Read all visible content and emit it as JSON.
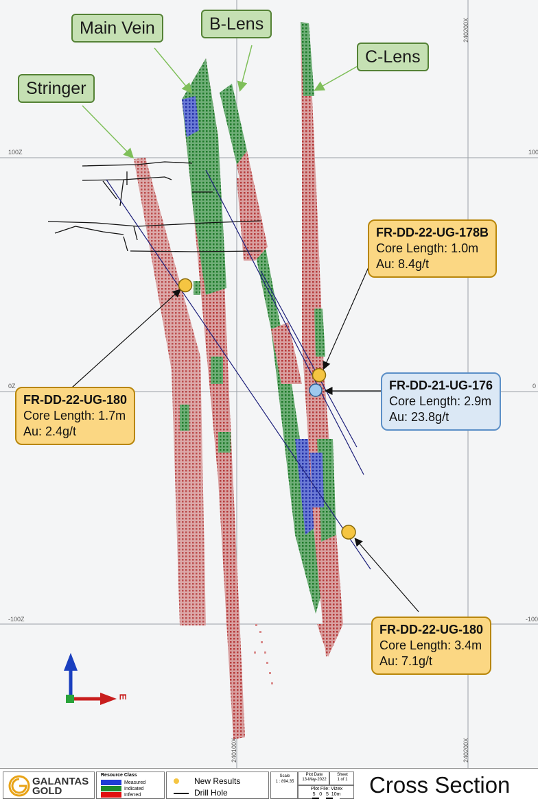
{
  "lens_labels": {
    "main_vein": "Main Vein",
    "b_lens": "B-Lens",
    "c_lens": "C-Lens",
    "stringer": "Stringer"
  },
  "grid_labels": {
    "elev_top": "100Z",
    "elev_mid": "0Z",
    "elev_bottom": "-100Z",
    "easting_left": "240100X",
    "easting_right": "240200X",
    "right_top": "100",
    "right_mid": "0",
    "right_bottom": "-100"
  },
  "callouts": {
    "c178b": {
      "hole": "FR-DD-22-UG-178B",
      "length": "Core Length: 1.0m",
      "grade": "Au: 8.4g/t"
    },
    "c176": {
      "hole": "FR-DD-21-UG-176",
      "length": "Core Length: 2.9m",
      "grade": "Au: 23.8g/t"
    },
    "c180a": {
      "hole": "FR-DD-22-UG-180",
      "length": "Core Length: 1.7m",
      "grade": "Au: 2.4g/t"
    },
    "c180b": {
      "hole": "FR-DD-22-UG-180",
      "length": "Core Length: 3.4m",
      "grade": "Au: 7.1g/t"
    }
  },
  "compass": {
    "east_label": "E"
  },
  "colors": {
    "measured": "#1f3bd6",
    "indicated": "#1f8a2c",
    "inferred": "#c8141c",
    "new_result": "#f5c542",
    "prior_result": "#9ec9ee"
  },
  "footer": {
    "company": "GALANTAS",
    "company2": "GOLD",
    "resource_class_title": "Resource Class",
    "classes": [
      "Measured",
      "Indicated",
      "Inferred"
    ],
    "legend_new": "New Results",
    "legend_drill": "Drill Hole",
    "scale_title": "Scale",
    "scale_value": "1 : 894.35",
    "plot_date_title": "Plot Date",
    "plot_date_value": "13-May-2022",
    "sheet_title": "Sheet",
    "sheet_value": "1 of 1",
    "plot_file": "Plot File: Vizex",
    "scale_bar": "5   0   5  10m",
    "section_title": "Cross Section"
  }
}
